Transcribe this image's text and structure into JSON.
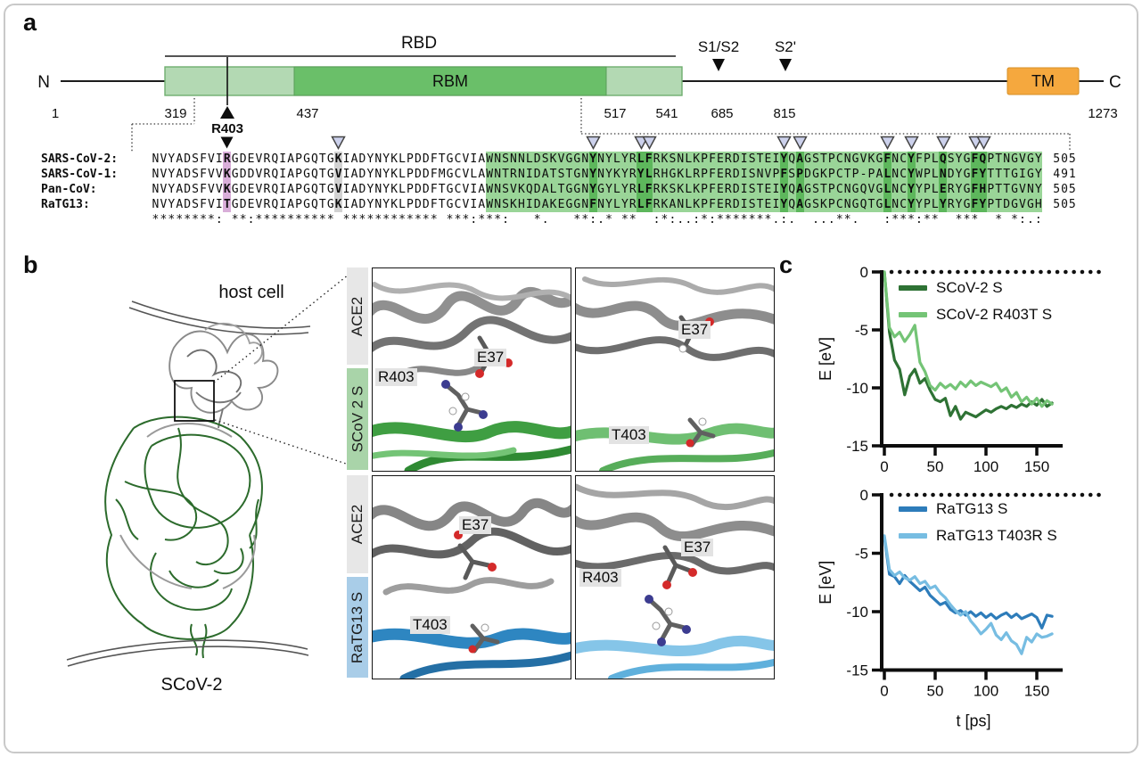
{
  "panel_a": {
    "label": "a",
    "diagram": {
      "n_label": "N",
      "c_label": "C",
      "rbd_label": "RBD",
      "rbm_label": "RBM",
      "tm_label": "TM",
      "s1s2_label": "S1/S2",
      "s2prime_label": "S2'",
      "r403_label": "R403",
      "numbers": [
        "1",
        "319",
        "437",
        "517",
        "541",
        "685",
        "815",
        "1273"
      ]
    },
    "alignment": {
      "rows": [
        {
          "label": "SARS-CoV-2:",
          "seq": "NVYADSFVIRGDEVRQIAPGQTGKIADYNYKLPDDFTGCVIAWNSNNLDSKVGGNYNYLYRLFRKSNLKPFERDISTEIYQAGSTPCNGVKGFNCYFPLQSYGFQPTNGVGY",
          "num": "505"
        },
        {
          "label": "SARS-CoV-1:",
          "seq": "NVYADSFVVKGDDVRQIAPGQTGVIADYNYKLPDDFMGCVLAWNTRNIDATSTGNYNYKYRYLRHGKLRPFERDISNVPFSPDGKPCTP-PALNCYWPLNDYGFYTTTGIGY",
          "num": "491"
        },
        {
          "label": "Pan-CoV:",
          "seq": "NVYADSFVVKGDEVRQIAPGQTGVIADYNYKLPDDFTGCVIAWNSVKQDALTGGNYGYLYRLFRKSKLKPFERDISTEIYQAGSTPCNGQVGLNCYYPLERYGFHPTTGVNY",
          "num": "505"
        },
        {
          "label": "RaTG13:",
          "seq": "NVYADSFVITGDEVRQIAPGQTGKIADYNYKLPDDFTGCVIAWNSKHIDAKEGGNFNYLYRLFRKANLKPFERDISTEIYQAGSKPCNGQTGLNCYYPLYRYGFYPTDGVGH",
          "num": "505"
        }
      ],
      "conservation": "********: **:********** ************ ***:***:   *.   **:.* **  :*:..:*:*******.:.  ...**.   :***:**  ***  * *:.:",
      "pink_col": 10,
      "grey_col": 24,
      "green_start": 43,
      "green_end": 112,
      "dark_cols": [
        56,
        62,
        63,
        80,
        82,
        93,
        96,
        100,
        104,
        105
      ],
      "bold_cols": [
        10,
        24,
        56,
        62,
        63,
        80,
        82,
        93,
        96,
        100,
        104,
        105
      ],
      "black_triangle_col": 10,
      "lavender_cols": [
        24,
        56,
        62,
        63,
        80,
        82,
        93,
        96,
        100,
        104,
        105
      ]
    }
  },
  "panel_b": {
    "label": "b",
    "host_cell_label": "host cell",
    "scov2_label": "SCoV-2",
    "insets": {
      "ace2_label": "ACE2",
      "scov2s_label": "SCoV 2 S",
      "ratg13s_label": "RaTG13 S",
      "chips": {
        "r403": "R403",
        "t403": "T403",
        "e37": "E37"
      }
    }
  },
  "panel_c": {
    "label": "c"
  },
  "chart_data": [
    {
      "type": "line",
      "title": "",
      "xlabel": "",
      "ylabel": "E [eV]",
      "xlim": [
        0,
        170
      ],
      "ylim": [
        -15,
        0
      ],
      "x_ticks": [
        0,
        50,
        100,
        150
      ],
      "y_ticks": [
        0,
        -5,
        -10,
        -15
      ],
      "x_step": 5,
      "grid": false,
      "zero_line": "dotted",
      "legend_position": "top-left",
      "series": [
        {
          "name": "SCoV-2 S",
          "color": "#2e7234",
          "values": [
            0,
            -5.2,
            -7.6,
            -8.4,
            -10.6,
            -9.0,
            -8.4,
            -9.6,
            -9.2,
            -10.2,
            -11.0,
            -11.2,
            -10.9,
            -12.4,
            -11.6,
            -12.7,
            -12.1,
            -12.3,
            -12.5,
            -12.2,
            -11.9,
            -12.1,
            -11.8,
            -11.6,
            -11.8,
            -11.5,
            -11.7,
            -11.4,
            -11.6,
            -11.2,
            -11.5,
            -11.0,
            -11.6,
            -11.3
          ]
        },
        {
          "name": "SCoV-2 R403T S",
          "color": "#74c476",
          "values": [
            0,
            -4.8,
            -5.6,
            -5.2,
            -6.0,
            -5.4,
            -4.6,
            -7.8,
            -8.6,
            -9.8,
            -10.2,
            -9.6,
            -10.0,
            -9.7,
            -10.1,
            -9.5,
            -9.9,
            -9.4,
            -9.8,
            -9.5,
            -9.7,
            -9.9,
            -9.6,
            -10.3,
            -10.0,
            -10.8,
            -10.4,
            -11.2,
            -10.8,
            -11.4,
            -10.9,
            -11.6,
            -11.1,
            -11.4
          ]
        }
      ]
    },
    {
      "type": "line",
      "title": "",
      "xlabel": "t [ps]",
      "ylabel": "E [eV]",
      "xlim": [
        0,
        170
      ],
      "ylim": [
        -15,
        0
      ],
      "x_ticks": [
        0,
        50,
        100,
        150
      ],
      "y_ticks": [
        0,
        -5,
        -10,
        -15
      ],
      "x_step": 5,
      "grid": false,
      "zero_line": "dotted",
      "legend_position": "top-left",
      "series": [
        {
          "name": "RaTG13 S",
          "color": "#2d7cba",
          "values": [
            -3.6,
            -6.8,
            -7.0,
            -7.6,
            -6.9,
            -7.4,
            -7.8,
            -8.2,
            -7.9,
            -8.6,
            -9.0,
            -9.4,
            -9.2,
            -9.8,
            -10.1,
            -9.9,
            -10.3,
            -10.0,
            -10.4,
            -10.1,
            -10.5,
            -10.2,
            -10.6,
            -10.3,
            -10.1,
            -10.5,
            -10.2,
            -10.6,
            -10.4,
            -10.2,
            -10.5,
            -11.4,
            -10.3,
            -10.4
          ]
        },
        {
          "name": "RaTG13 T403R S",
          "color": "#77bde2",
          "values": [
            -3.5,
            -6.4,
            -6.9,
            -6.6,
            -7.1,
            -7.3,
            -7.0,
            -7.6,
            -7.4,
            -8.0,
            -7.8,
            -8.4,
            -8.8,
            -9.4,
            -9.9,
            -10.3,
            -10.0,
            -10.8,
            -11.3,
            -11.9,
            -11.5,
            -11.0,
            -12.0,
            -12.4,
            -11.8,
            -12.5,
            -12.8,
            -13.6,
            -12.2,
            -12.6,
            -11.9,
            -12.2,
            -12.1,
            -11.9
          ]
        }
      ]
    }
  ],
  "colors": {
    "rbd_box": "#b3d9b3",
    "rbd_border": "#6fae6f",
    "rbm_box": "#6abf69",
    "tm_box": "#f5a83e",
    "seq_green": "#9ad598",
    "seq_dark_green": "#5db75c",
    "seq_pink": "#d9aed9",
    "seq_grey": "#d2d2d2",
    "triangle_lavender": "#ccd1ec",
    "scov2_s_line": "#2e7234",
    "scov2_r403t_line": "#74c476",
    "ratg13_s_line": "#2d7cba",
    "ratg13_t403r_line": "#77bde2",
    "sidebar_green": "#a9d4a9",
    "sidebar_blue": "#a9cde8",
    "sidebar_grey": "#e7e7e7"
  }
}
